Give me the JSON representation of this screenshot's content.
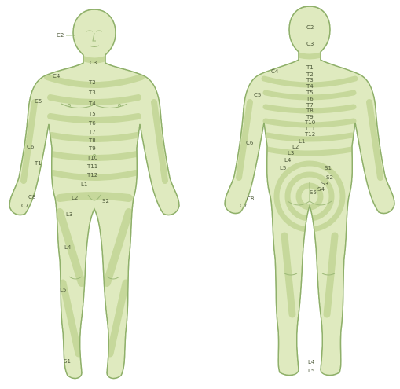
{
  "front": {
    "labels": [
      "C2",
      "C3",
      "C4",
      "C5",
      "C6",
      "C7",
      "C8",
      "T1",
      "T2",
      "T3",
      "T4",
      "T5",
      "T6",
      "T7",
      "T8",
      "T9",
      "T10",
      "T11",
      "T12",
      "L1",
      "L2",
      "L3",
      "L4",
      "L5",
      "S1",
      "S2"
    ]
  },
  "back": {
    "labels": [
      "C2",
      "C3",
      "C4",
      "C5",
      "C6",
      "C7",
      "C8",
      "T1",
      "T2",
      "T3",
      "T4",
      "T5",
      "T6",
      "T7",
      "T8",
      "T9",
      "T10",
      "T11",
      "T12",
      "L1",
      "L2",
      "L3",
      "L4",
      "L5",
      "S1",
      "S2",
      "S3",
      "S4",
      "S5",
      "L4",
      "L5"
    ]
  },
  "colors": {
    "skin": "#dfeabf",
    "outline": "#8fb06a",
    "band": "#c6d89b",
    "text": "#4e5a3a"
  }
}
